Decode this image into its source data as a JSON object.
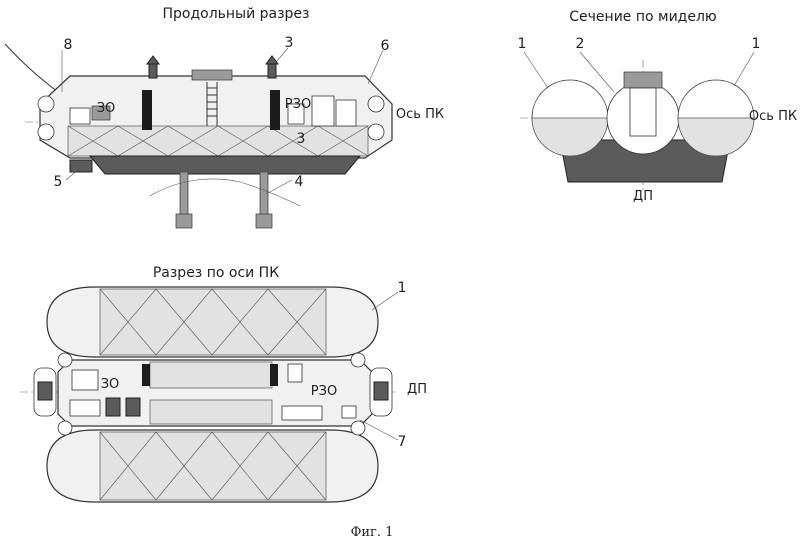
{
  "titles": {
    "longitudinal": "Продольный разрез",
    "midship": "Сечение по миделю",
    "plan": "Разрез по оси ПК"
  },
  "labels": {
    "axis_pk_top": "Ось ПК",
    "axis_pk_mid": "Ось ПК",
    "dp_mid": "ДП",
    "dp_plan": "ДП",
    "zo_top": "ЗО",
    "rzo_top": "РЗО",
    "zo_plan": "ЗО",
    "rzo_plan": "РЗО"
  },
  "numbers": {
    "n8": "8",
    "n3a": "3",
    "n6": "6",
    "n3b": "3",
    "n5": "5",
    "n4": "4",
    "m1a": "1",
    "m2": "2",
    "m1b": "1",
    "p1": "1",
    "p7": "7"
  },
  "caption": "Фиг. 1",
  "colors": {
    "line": "#333333",
    "fill_light": "#f1f1f1",
    "fill_grid": "#e2e2e2",
    "fill_dark": "#5b5b5b"
  }
}
